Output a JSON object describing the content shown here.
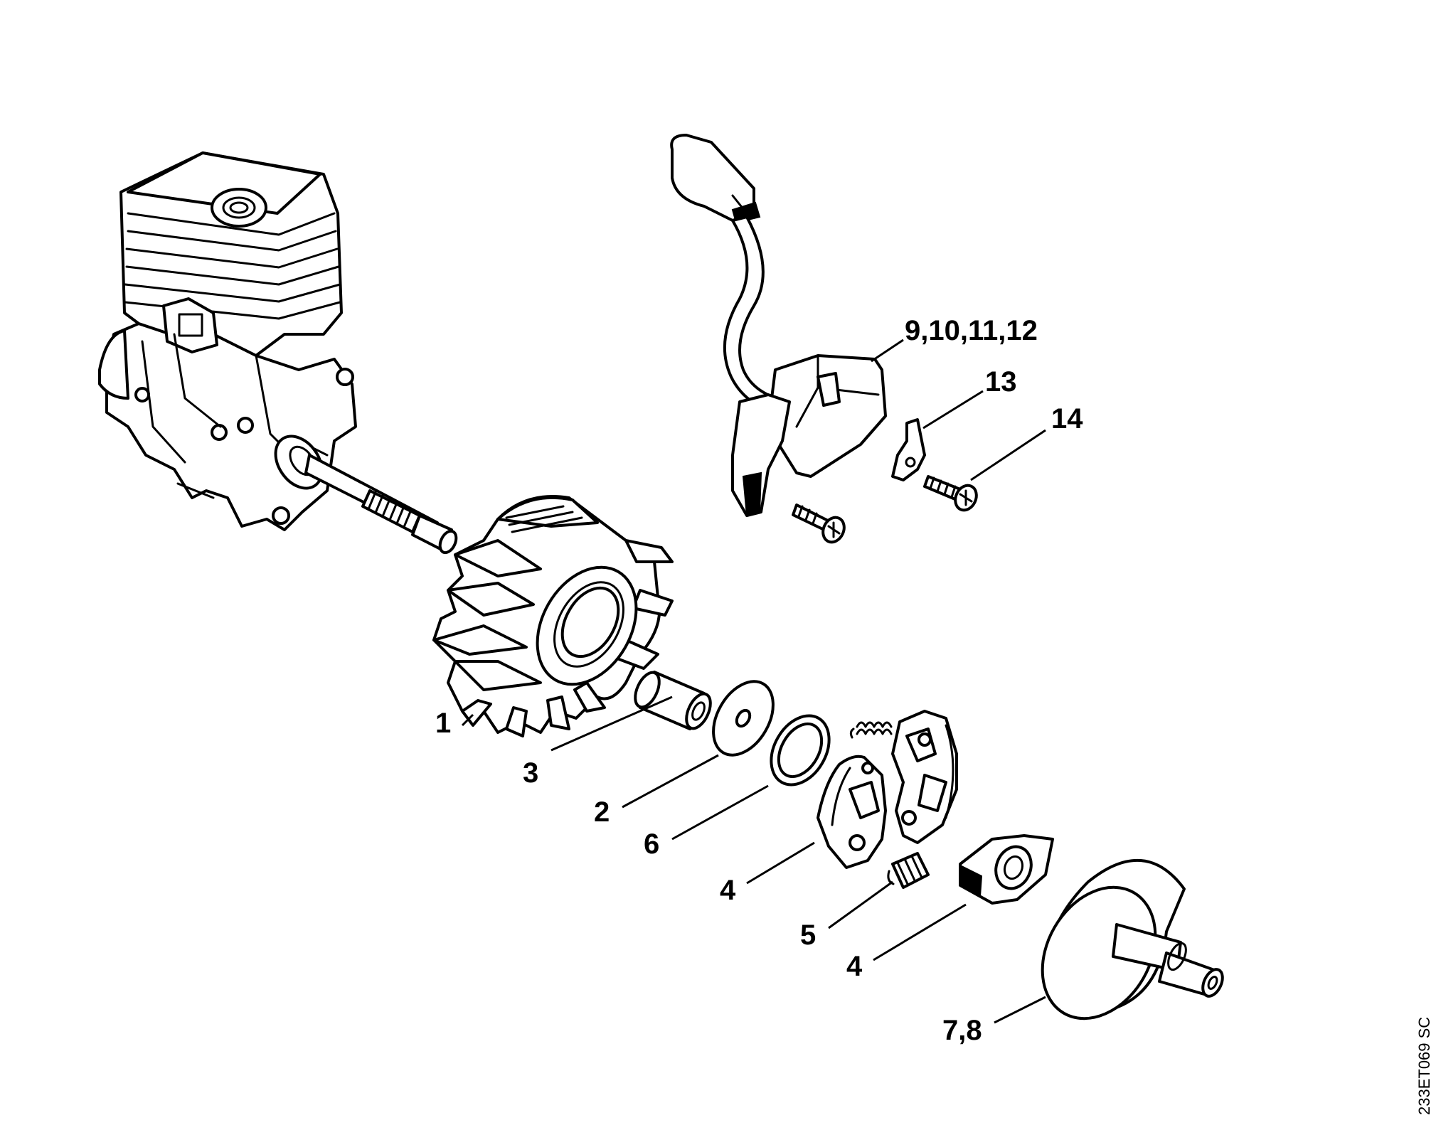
{
  "diagram": {
    "drawing_code": "233ET069 SC",
    "callouts": {
      "c1": "1",
      "c3": "3",
      "c2": "2",
      "c6": "6",
      "c4a": "4",
      "c5": "5",
      "c4b": "4",
      "c78": "7,8",
      "c9": "9,10,11,12",
      "c13": "13",
      "c14": "14"
    }
  },
  "colors": {
    "ink": "#000000",
    "paper": "#ffffff"
  }
}
